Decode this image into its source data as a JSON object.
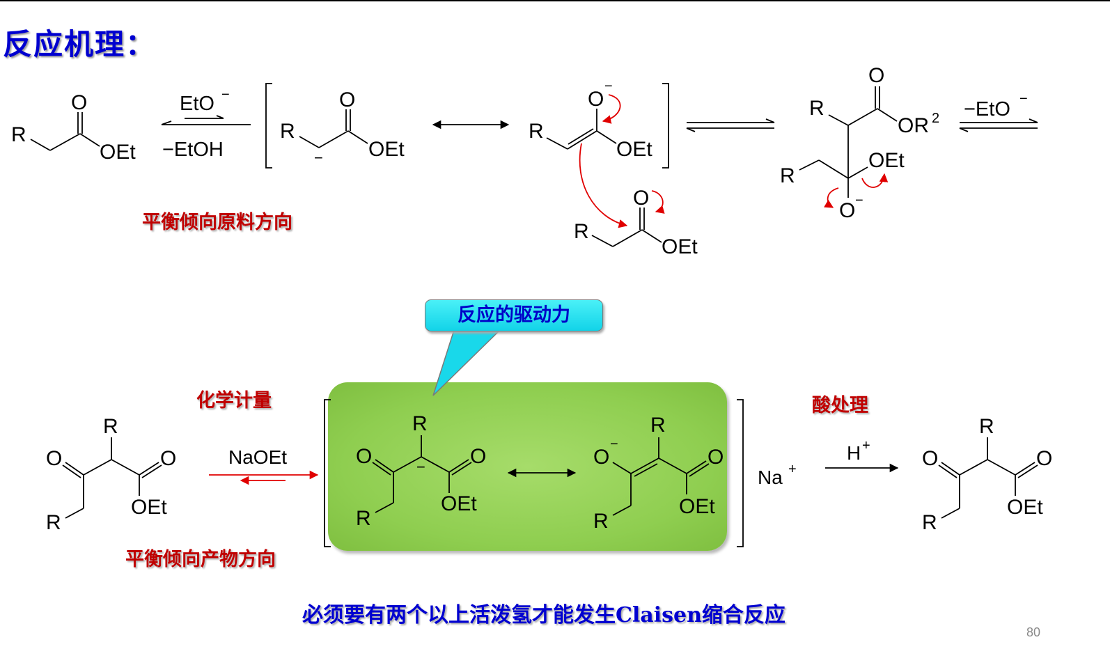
{
  "slide": {
    "title": "反应机理：",
    "page_number": "80",
    "bottom_statement": "必须要有两个以上活泼氢才能发生Claisen缩合反应"
  },
  "notes": {
    "equilibrium_reactants": "平衡倾向原料方向",
    "stoichiometric": "化学计量",
    "equilibrium_products": "平衡倾向产物方向",
    "acid_workup": "酸处理"
  },
  "callout": {
    "label": "反应的驱动力"
  },
  "chem": {
    "R": "R",
    "O": "O",
    "OEt": "OEt",
    "OR": "OR",
    "sup2": "2",
    "minus": "−",
    "reagent_eto": "EtO",
    "reagent_etoh": "−EtOH",
    "reagent_minus_eto": "−EtO",
    "naoet": "NaOEt",
    "na": "Na",
    "plus": "+",
    "h": "H"
  },
  "colors": {
    "title_blue": "#0000d0",
    "note_red": "#c00000",
    "curved_arrow_red": "#e00000",
    "highlight_green": "#92d050",
    "callout_cyan": "#1fdcec"
  }
}
